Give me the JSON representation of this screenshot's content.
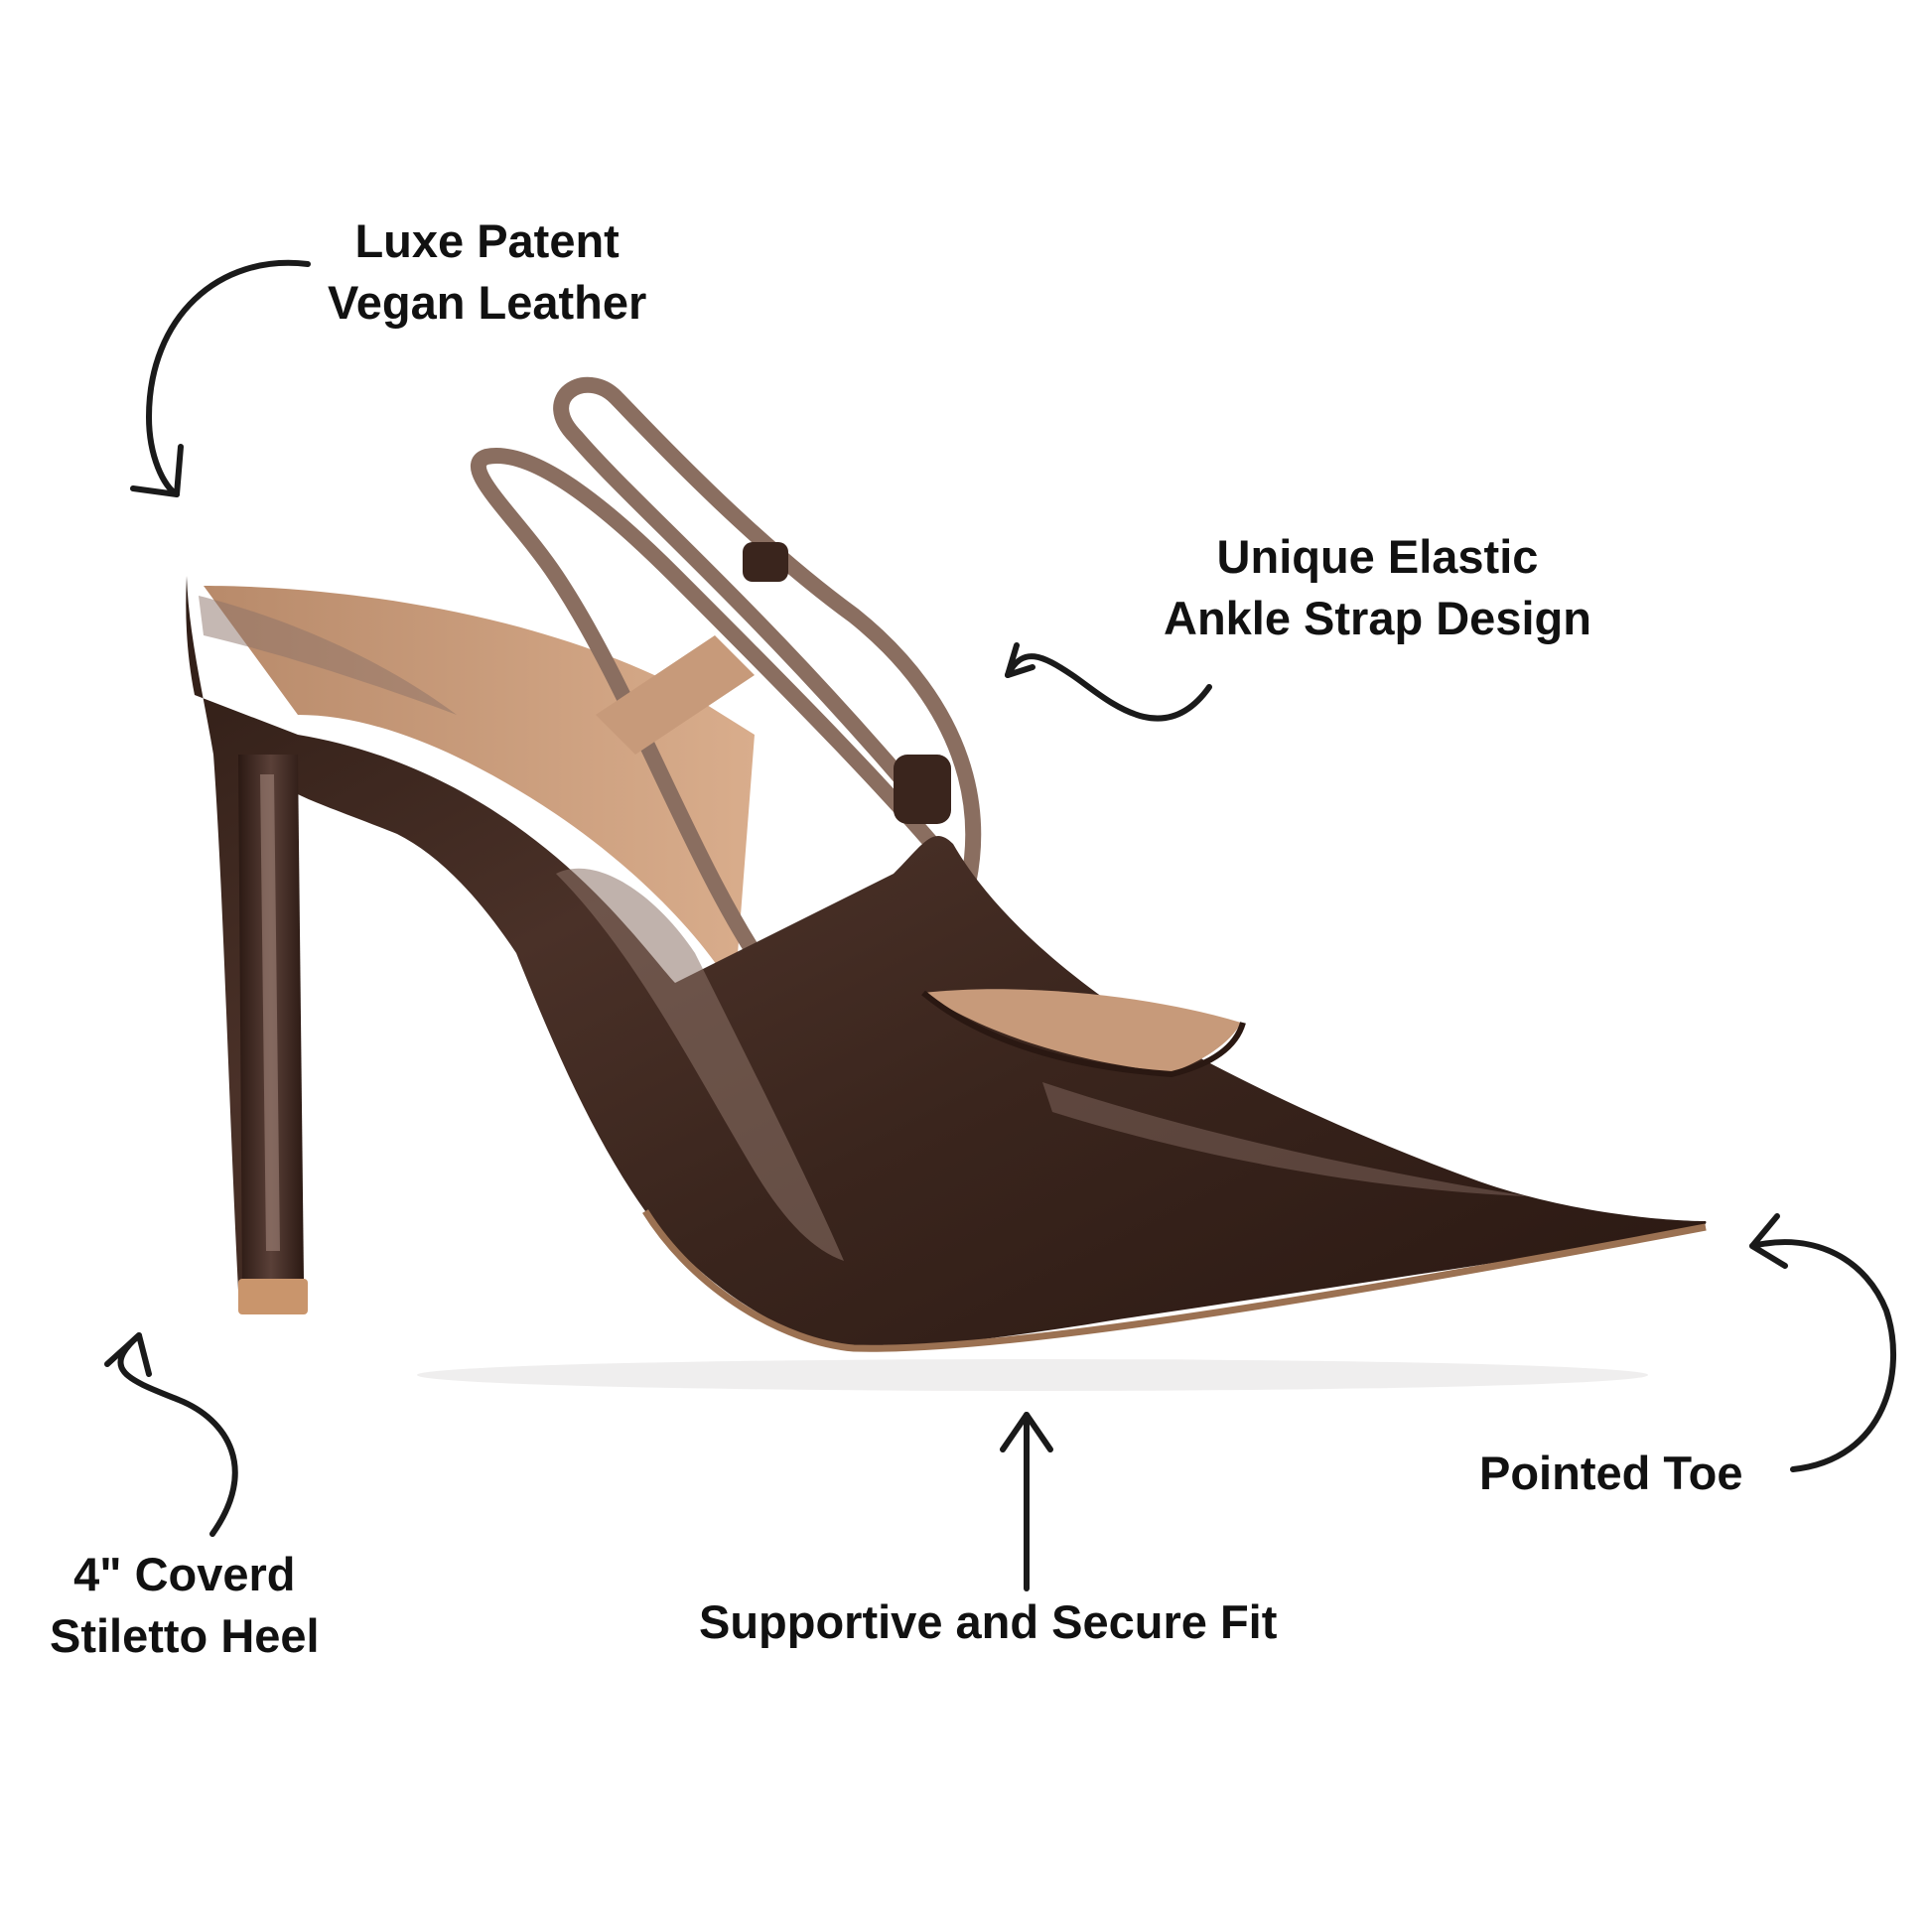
{
  "colors": {
    "background": "#ffffff",
    "label_text": "#111111",
    "patent_brown": "#3d2820",
    "patent_highlight": "#8c7268",
    "elastic_strap": "#8a6e60",
    "lining_tan": "#c79a7a",
    "arrow_stroke": "#1a1a1a"
  },
  "product": {
    "image_subject": "brown-patent-slingback-stiletto-pump"
  },
  "callouts": {
    "material": {
      "line1": "Luxe Patent",
      "line2": "Vegan Leather"
    },
    "strap": {
      "line1": "Unique Elastic",
      "line2": "Ankle Strap Design"
    },
    "heel": {
      "line1": "4\" Coverd",
      "line2": "Stiletto Heel"
    },
    "fit": {
      "line1": "Supportive and Secure Fit"
    },
    "toe": {
      "line1": "Pointed Toe"
    }
  }
}
